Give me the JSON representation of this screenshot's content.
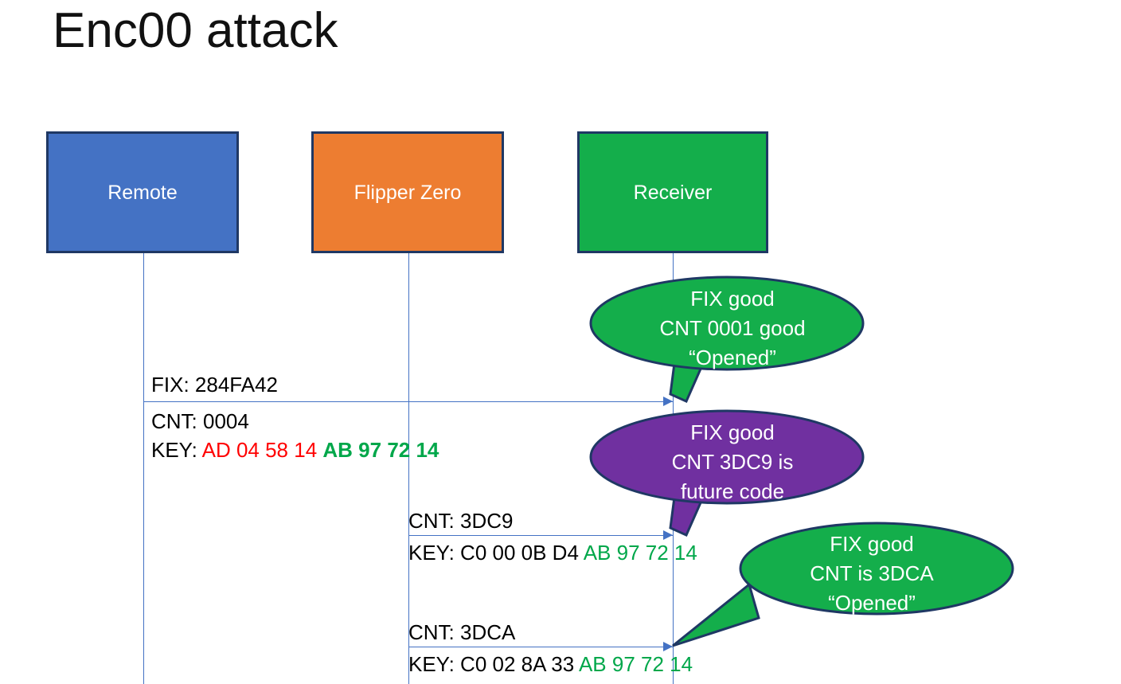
{
  "slide": {
    "title": "Enc00 attack",
    "background": "#FFFFFF"
  },
  "colors": {
    "remote_blue": "#4472C4",
    "flipper_orange": "#ED7D31",
    "receiver_green": "#14AE4B",
    "callout_green": "#14AE4B",
    "callout_purple": "#7030A0",
    "border_navy": "#1F3864",
    "lifeline_blue": "#4472C4",
    "hex_red": "#FF0000",
    "hex_green": "#00A74A",
    "text_black": "#000000",
    "text_white": "#FFFFFF"
  },
  "actors": [
    {
      "id": "remote",
      "label": "Remote",
      "fill": "#4472C4"
    },
    {
      "id": "flipper",
      "label": "Flipper Zero",
      "fill": "#ED7D31"
    },
    {
      "id": "receiver",
      "label": "Receiver",
      "fill": "#14AE4B"
    }
  ],
  "messages": [
    {
      "id": "msg1",
      "from": "remote",
      "to": "receiver",
      "fix_line": "FIX: 284FA42",
      "cnt_line": "CNT: 0004",
      "key_label": "KEY: ",
      "key_part_red": "AD 04 58 14",
      "key_part_green": "AB 97 72 14"
    },
    {
      "id": "msg2",
      "from": "flipper",
      "to": "receiver",
      "cnt_line": "CNT: 3DC9",
      "key_label": "KEY: C0 00 0B D4 ",
      "key_part_green": "AB 97 72 14"
    },
    {
      "id": "msg3",
      "from": "flipper",
      "to": "receiver",
      "cnt_line": "CNT: 3DCA",
      "key_label": "KEY: C0 02 8A 33 ",
      "key_part_green": "AB 97 72 14"
    }
  ],
  "callouts": [
    {
      "id": "callout1",
      "fill": "#14AE4B",
      "line1": "FIX good",
      "line2": "CNT 0001 good",
      "line3": "“Opened”"
    },
    {
      "id": "callout2",
      "fill": "#7030A0",
      "line1": "FIX good",
      "line2": "CNT 3DC9 is",
      "line3": "future code"
    },
    {
      "id": "callout3",
      "fill": "#14AE4B",
      "line1": "FIX good",
      "line2": "CNT is 3DCA",
      "line3": "“Opened”"
    }
  ]
}
